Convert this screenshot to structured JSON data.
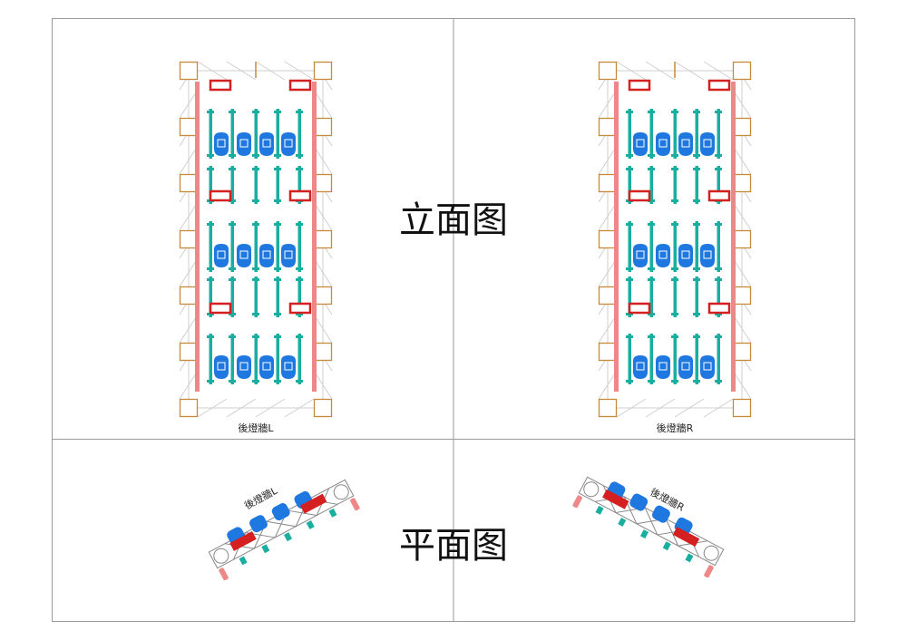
{
  "titles": {
    "elevation": "立面图",
    "plan": "平面图"
  },
  "elevation": {
    "left_label": "後燈牆L",
    "right_label": "後燈牆R"
  },
  "plan": {
    "left_label": "後燈牆L",
    "right_label": "後燈牆R"
  },
  "colors": {
    "frame": "#999999",
    "truss": "#cfcfcf",
    "corner": "#c8883a",
    "pink_bar": "#ee8888",
    "red_fixture": "#d42020",
    "teal_pole": "#1aaea0",
    "blue_fixture": "#1e78e0"
  }
}
